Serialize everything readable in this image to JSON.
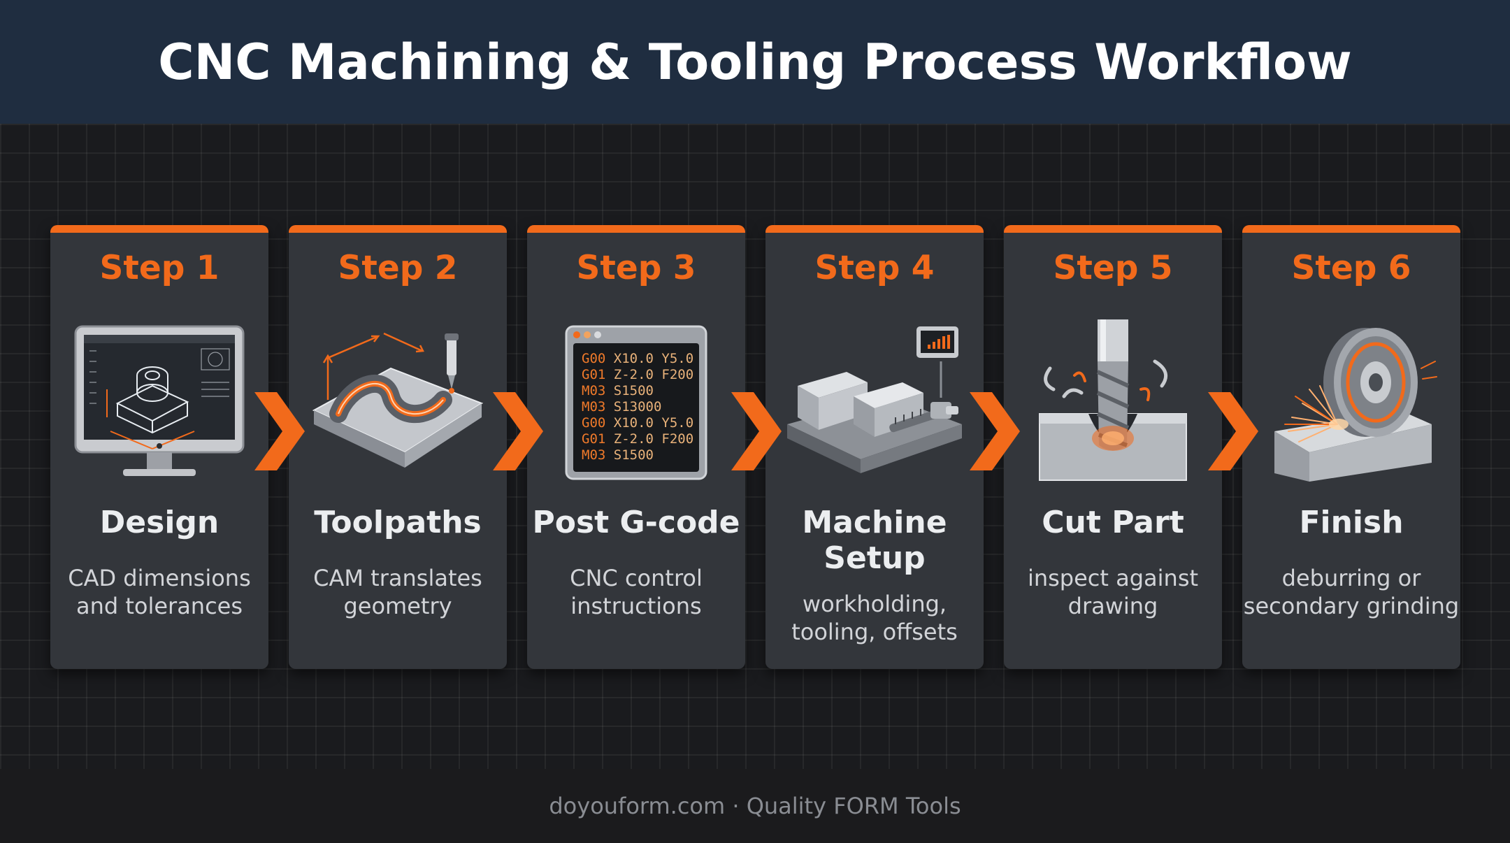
{
  "title": "CNC Machining & Tooling Process Workflow",
  "footer": "doyouform.com · Quality FORM Tools",
  "colors": {
    "accent": "#f26a1b",
    "header_bg": "#1f2d40",
    "card_bg": "#33363b",
    "page_bg": "#1a1b1e"
  },
  "steps": [
    {
      "step": "Step 1",
      "title": "Design",
      "desc": "CAD dimensions and tolerances",
      "icon": "cad-monitor-icon"
    },
    {
      "step": "Step 2",
      "title": "Toolpaths",
      "desc": "CAM translates geometry",
      "icon": "toolpath-plate-icon"
    },
    {
      "step": "Step 3",
      "title": "Post G-code",
      "desc": "CNC control instructions",
      "icon": "gcode-screen-icon",
      "code": [
        [
          "G00",
          "X10.0 Y5.0"
        ],
        [
          "G01",
          "Z-2.0 F200"
        ],
        [
          "M03",
          "S1500"
        ],
        [
          "M03",
          "S13000"
        ],
        [
          "G00",
          "X10.0 Y5.0"
        ],
        [
          "G01",
          "Z-2.0 F200"
        ],
        [
          "M03",
          "S1500"
        ]
      ]
    },
    {
      "step": "Step 4",
      "title": "Machine Setup",
      "desc": "workholding, tooling, offsets",
      "icon": "vise-icon"
    },
    {
      "step": "Step 5",
      "title": "Cut Part",
      "desc": "inspect against drawing",
      "icon": "end-mill-cutting-icon"
    },
    {
      "step": "Step 6",
      "title": "Finish",
      "desc": "deburring or secondary grinding",
      "icon": "grinding-wheel-icon"
    }
  ]
}
